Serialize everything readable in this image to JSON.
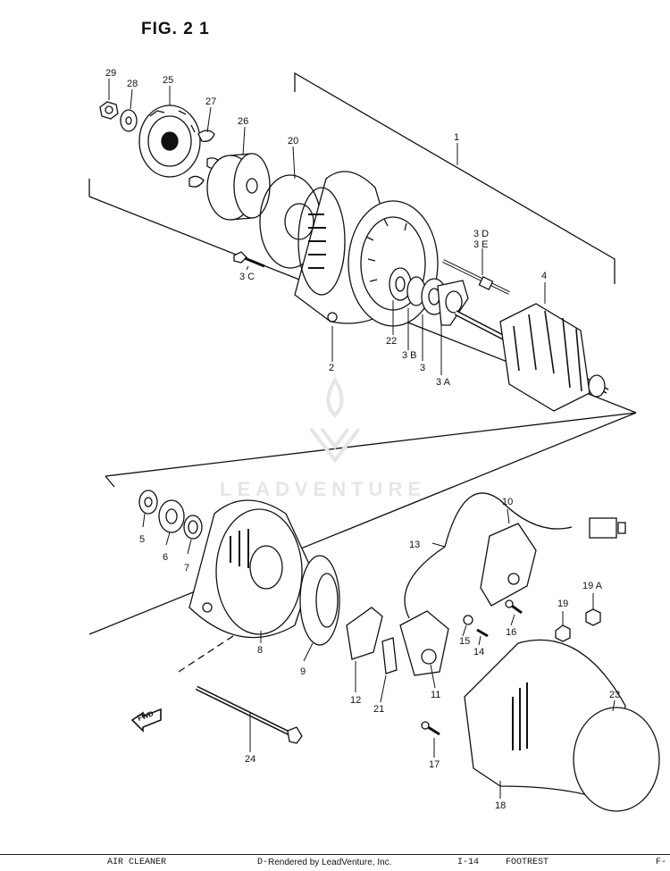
{
  "figure": {
    "title": "FIG. 2 1"
  },
  "watermark": {
    "text": "LEADVENTURE"
  },
  "callouts": {
    "c1": "1",
    "c2": "2",
    "c3": "3",
    "c3A": "3 A",
    "c3B": "3 B",
    "c3C": "3 C",
    "c3D": "3 D",
    "c3E": "3 E",
    "c4": "4",
    "c5": "5",
    "c6": "6",
    "c7": "7",
    "c8": "8",
    "c9": "9",
    "c10": "10",
    "c11": "11",
    "c12": "12",
    "c13": "13",
    "c14": "14",
    "c15": "15",
    "c16": "16",
    "c17": "17",
    "c18": "18",
    "c19": "19",
    "c19A": "19 A",
    "c20": "20",
    "c21": "21",
    "c22": "22",
    "c23": "23",
    "c24": "24",
    "c25": "25",
    "c26": "26",
    "c27": "27",
    "c28": "28",
    "c29": "29"
  },
  "fwd_arrow": {
    "label": "FWD"
  },
  "footer": {
    "left": "AIR CLEANER",
    "mid_code": "D-",
    "rendered": "Rendered by LeadVenture, Inc.",
    "page": "I-14",
    "right": "FOOTREST",
    "right_code": "F-"
  }
}
